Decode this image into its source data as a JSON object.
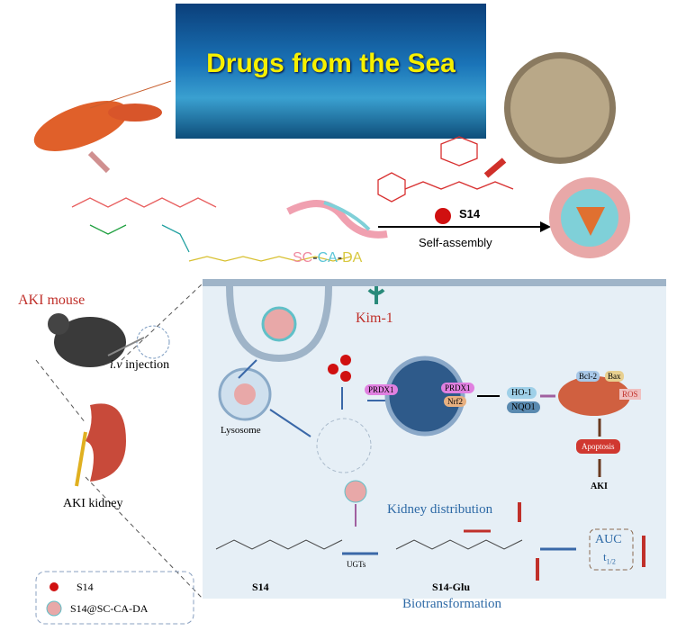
{
  "banner": {
    "title": "Drugs from the Sea"
  },
  "top": {
    "carrier_label": {
      "sc": "SC",
      "ca": "CA",
      "da": "DA",
      "sep": "-"
    },
    "drug_label": "S14",
    "process_label": "Self-assembly"
  },
  "left": {
    "mouse_label": "AKI mouse",
    "injection_route": "i.v",
    "injection_label": "injection",
    "kidney_label": "AKI kidney"
  },
  "mechanism": {
    "receptor": "Kim-1",
    "lysosome": "Lysosome",
    "prdx1_free": "PRDX1",
    "prdx1_nuclear": "PRDX1",
    "nrf2": "Nrf2",
    "ho1": "HO-1",
    "nqo1": "NQO1",
    "bcl2": "Bcl-2",
    "bax": "Bax",
    "ros": "ROS",
    "apoptosis": "Apoptosis",
    "aki": "AKI"
  },
  "metabolism": {
    "s14": "S14",
    "enzyme": "UGTs",
    "s14_glu": "S14-Glu",
    "kidney_distribution": "Kidney distribution",
    "biotransformation": "Biotransformation",
    "auc": "AUC",
    "t_half": "t",
    "t_half_sub": "1/2"
  },
  "legend": [
    {
      "label": "S14"
    },
    {
      "label": "S14@SC-CA-DA"
    }
  ],
  "colors": {
    "sc": "#f08aa0",
    "ca": "#5cc6d8",
    "da": "#d8c840",
    "arrow_blue": "#3a68a8",
    "arrow_red": "#c0302a",
    "text_blue": "#2e6aa6"
  }
}
